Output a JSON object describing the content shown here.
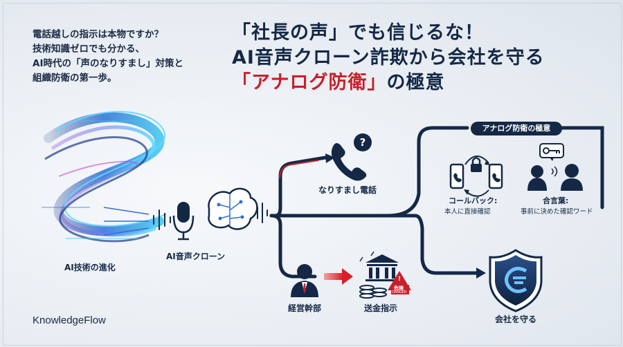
{
  "intro": {
    "line1": "電話越しの指示は本物ですか？",
    "line2": "技術知識ゼロでも分かる、",
    "line3": "AI時代の「声のなりすまし」対策と",
    "line4": "組織防衛の第一歩。"
  },
  "headline": {
    "line1": "「社長の声」でも信じるな！",
    "line2": "AI音声クローン詐欺から会社を守る",
    "line3_red": "「アナログ防衛」",
    "line3_rest": "の極意"
  },
  "labels": {
    "ai_evolution": "AI技術の進化",
    "voice_clone": "AI音声クローン",
    "spoof_call": "なりすまし電話",
    "executive": "経営幹部",
    "remittance": "送金指示",
    "analog_defense": "アナログ防衛の極意",
    "callback_title": "コールバック:",
    "callback_desc": "本人に直接確認",
    "passphrase_title": "合言葉:",
    "passphrase_desc": "事前に決めた確認ワード",
    "protect_company": "会社を守る",
    "danger_jp": "危険",
    "danger_en": "DANGER"
  },
  "brand": "KnowledgeFlow",
  "colors": {
    "navy": "#142846",
    "red": "#c8202a",
    "blue": "#2f6fd6",
    "cyan": "#3ec5f0"
  },
  "icons": [
    "ai-swirl-icon",
    "microphone-icon",
    "brain-circuit-icon",
    "phone-question-icon",
    "businessman-icon",
    "bank-coins-icon",
    "danger-sign-icon",
    "smartphones-lock-icon",
    "people-key-icon",
    "shield-icon"
  ]
}
